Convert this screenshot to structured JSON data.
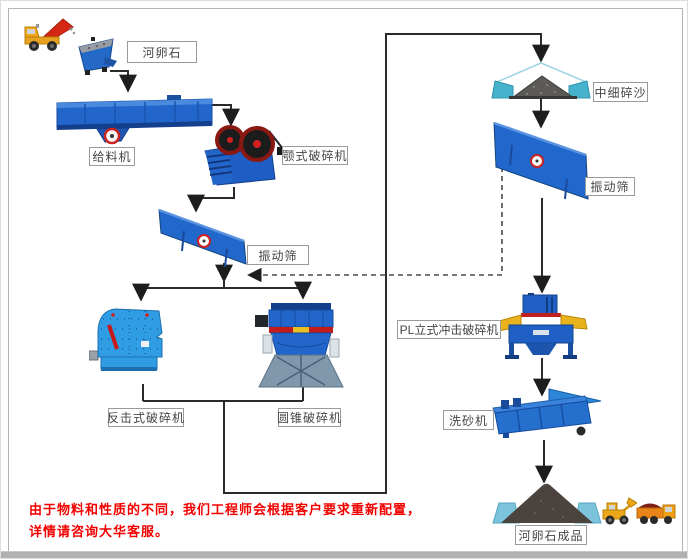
{
  "labels": {
    "source": "河卵石",
    "feeder": "给料机",
    "jaw_crusher": "颚式破碎机",
    "screen_left": "振动筛",
    "impact_crusher": "反击式破碎机",
    "cone_crusher": "圆锥破碎机",
    "fine_sand": "中细碎沙",
    "screen_right": "振动筛",
    "vsi_crusher": "PL立式冲击破碎机",
    "sand_washer": "洗砂机",
    "finished_product": "河卵石成品"
  },
  "note": {
    "line1": "由于物料和性质的不同，我们工程师会根据客户要求重新配置，",
    "line2": "详情请咨询大华客服。"
  },
  "icons": {
    "dump-truck-icon": "yellow dump truck with raised red bed",
    "hopper-icon": "blue receiving hopper",
    "feeder-icon": "blue vibrating feeder",
    "jaw-crusher-icon": "blue jaw crusher with dark red flywheels",
    "vibrating-screen-icon": "tilted blue vibrating screen deck",
    "impact-crusher-icon": "light blue impact crusher with red bar",
    "cone-crusher-icon": "blue cone crusher with red band on truss stand",
    "sand-pile-icon": "gray crushed sand pile between teal chutes",
    "vsi-crusher-icon": "blue vertical shaft impact crusher with yellow pads",
    "sand-washer-icon": "blue sand washing machine",
    "product-pile-icon": "dark finished stone pile between teal chutes",
    "wheel-loader-icon": "yellow wheel loader",
    "haul-truck-icon": "orange truck with dark red load"
  },
  "colors": {
    "machine_blue": "#2266cc",
    "machine_blue_dark": "#164a9e",
    "impact_blue": "#2f9ce4",
    "accent_red": "#c41c1c",
    "flywheel_maroon": "#8a1812",
    "pad_yellow": "#eab31e",
    "teal": "#46b2cc",
    "teal_light": "#7cc4dc",
    "pile_gray": "#5c5a56",
    "pile_dark": "#4b433e",
    "flow_line": "#2b2b2b",
    "note_red": "#f20000",
    "label_border": "#9a9a9a",
    "footer_gray": "#b3b0b0"
  }
}
